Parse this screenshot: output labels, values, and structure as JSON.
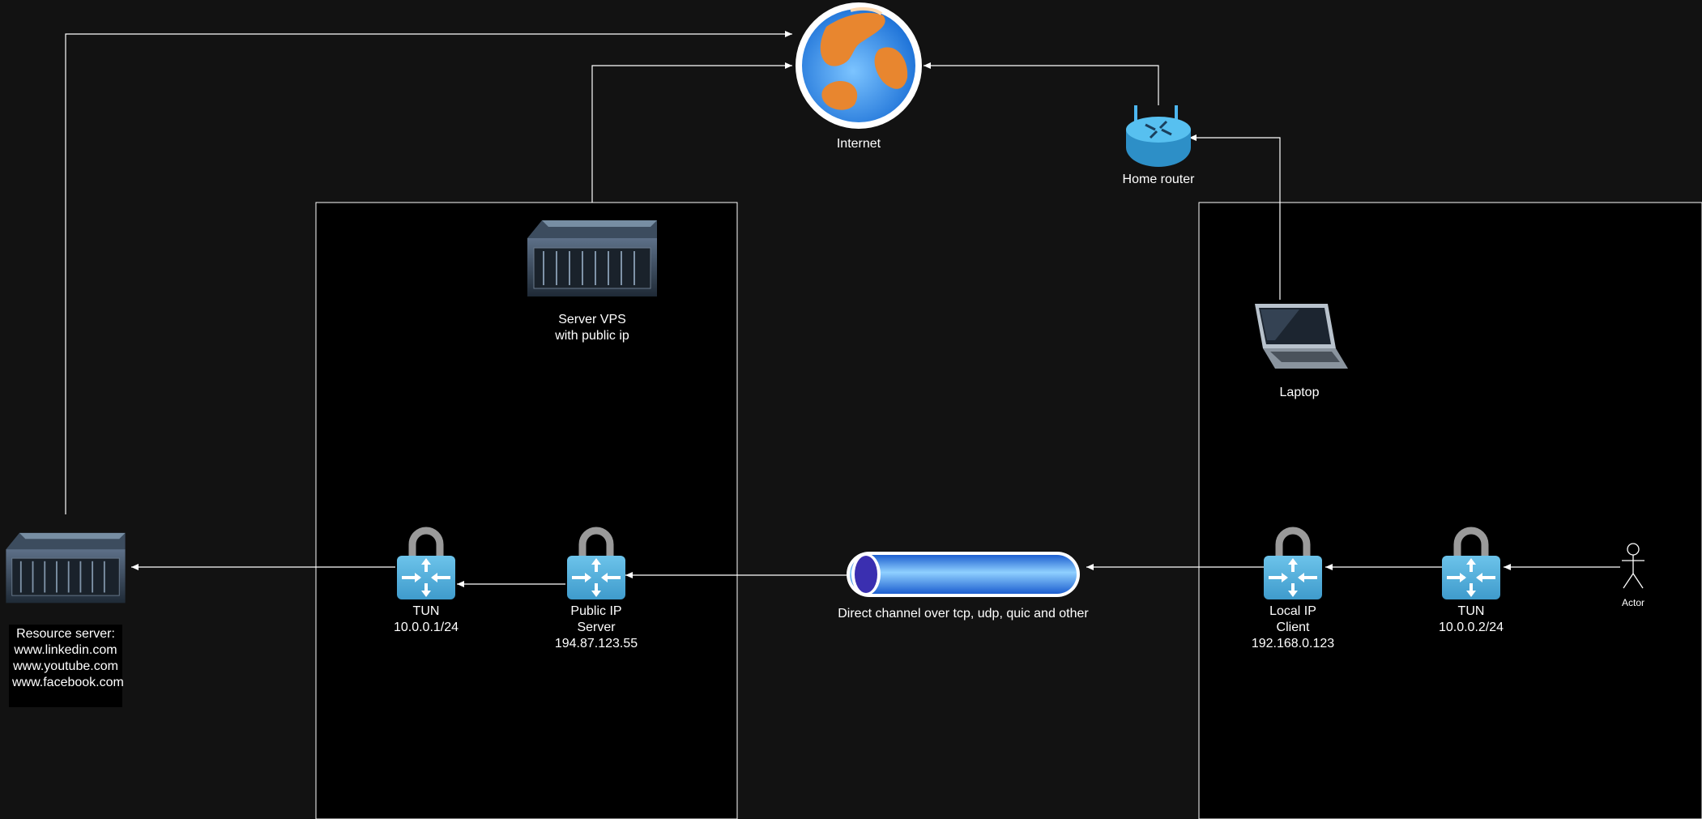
{
  "nodes": {
    "internet": {
      "label": "Internet",
      "icon": "globe-icon"
    },
    "home_router": {
      "label": "Home router",
      "icon": "router-icon"
    },
    "server_vps": {
      "lines": [
        "Server VPS",
        "with public ip"
      ],
      "icon": "server-icon"
    },
    "laptop": {
      "label": "Laptop",
      "icon": "laptop-icon"
    },
    "resource_server": {
      "lines": [
        "Resource server:",
        "www.linkedin.com",
        "www.youtube.com",
        "www.facebook.com"
      ],
      "icon": "server-icon"
    },
    "tun_server": {
      "lines": [
        "TUN",
        "10.0.0.1/24"
      ],
      "icon": "vpn-gateway-icon"
    },
    "public_ip_server": {
      "lines": [
        "Public IP",
        "Server",
        "194.87.123.55"
      ],
      "icon": "vpn-gateway-icon"
    },
    "channel": {
      "label": "Direct channel over tcp, udp, quic and other",
      "icon": "pipe-icon"
    },
    "local_ip_client": {
      "lines": [
        "Local IP",
        "Client",
        "192.168.0.123"
      ],
      "icon": "vpn-gateway-icon"
    },
    "tun_client": {
      "lines": [
        "TUN",
        "10.0.0.2/24"
      ],
      "icon": "vpn-gateway-icon"
    },
    "actor": {
      "label": "Actor",
      "icon": "actor-icon"
    }
  },
  "colors": {
    "background": "#121212",
    "container_fill": "#000000",
    "line": "#ffffff",
    "gateway_blue": "#5bb4de",
    "lock_gray": "#9a9a9a",
    "globe_blue": "#2b8ae6",
    "globe_orange": "#e8862f",
    "pipe_blue": "#2f7fe6"
  }
}
